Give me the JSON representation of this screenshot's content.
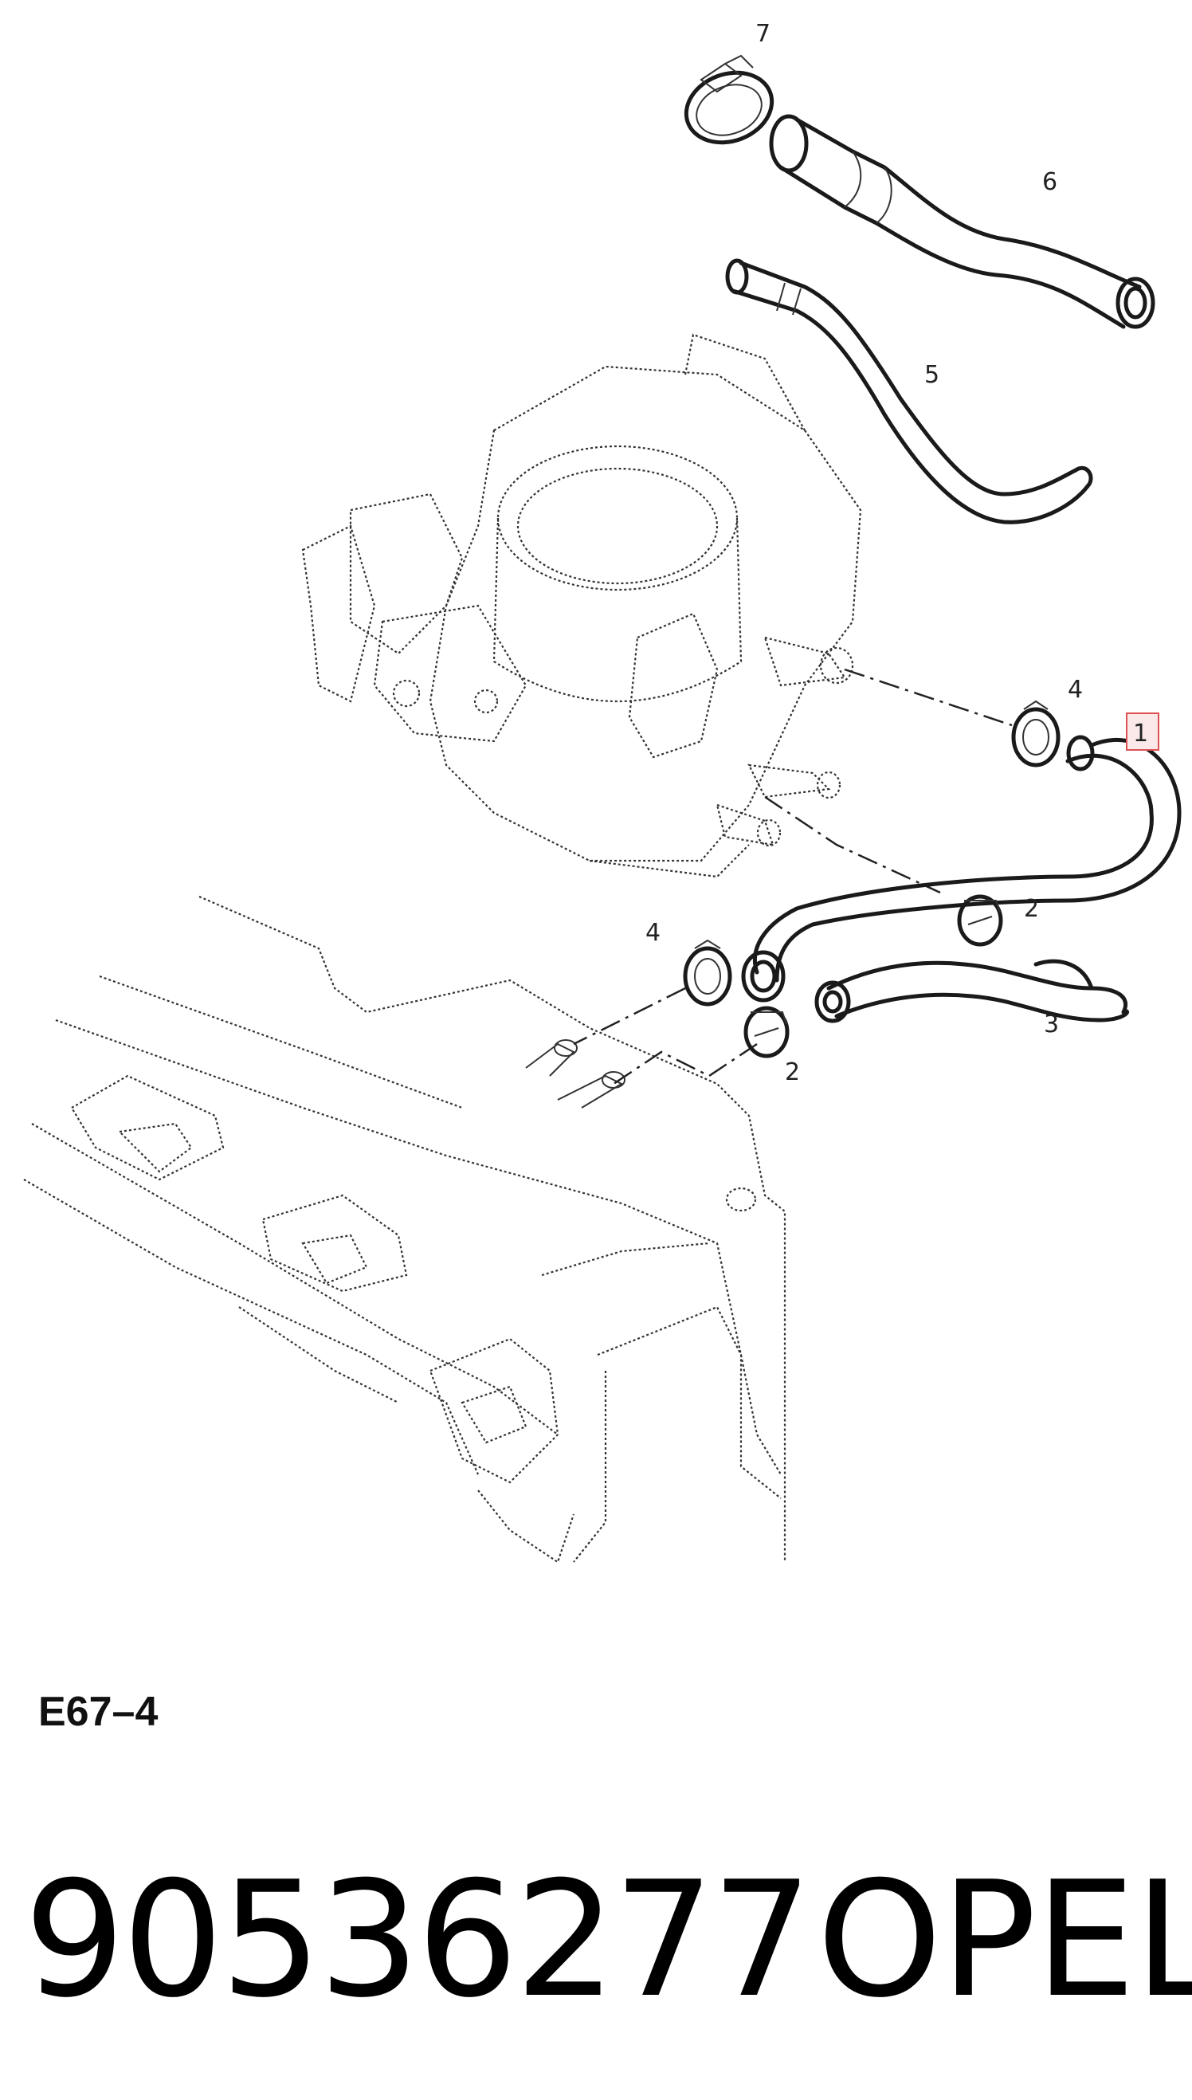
{
  "diagram": {
    "callouts": [
      {
        "id": "c1",
        "label": "1",
        "highlighted": true
      },
      {
        "id": "c2a",
        "label": "2"
      },
      {
        "id": "c2b",
        "label": "2"
      },
      {
        "id": "c3",
        "label": "3"
      },
      {
        "id": "c4a",
        "label": "4"
      },
      {
        "id": "c4b",
        "label": "4"
      },
      {
        "id": "c5",
        "label": "5"
      },
      {
        "id": "c6",
        "label": "6"
      },
      {
        "id": "c7",
        "label": "7"
      }
    ],
    "code": "E67–4",
    "highlight_color": "#e05050"
  },
  "part": {
    "number": "90536277",
    "brand": "OPEL"
  }
}
